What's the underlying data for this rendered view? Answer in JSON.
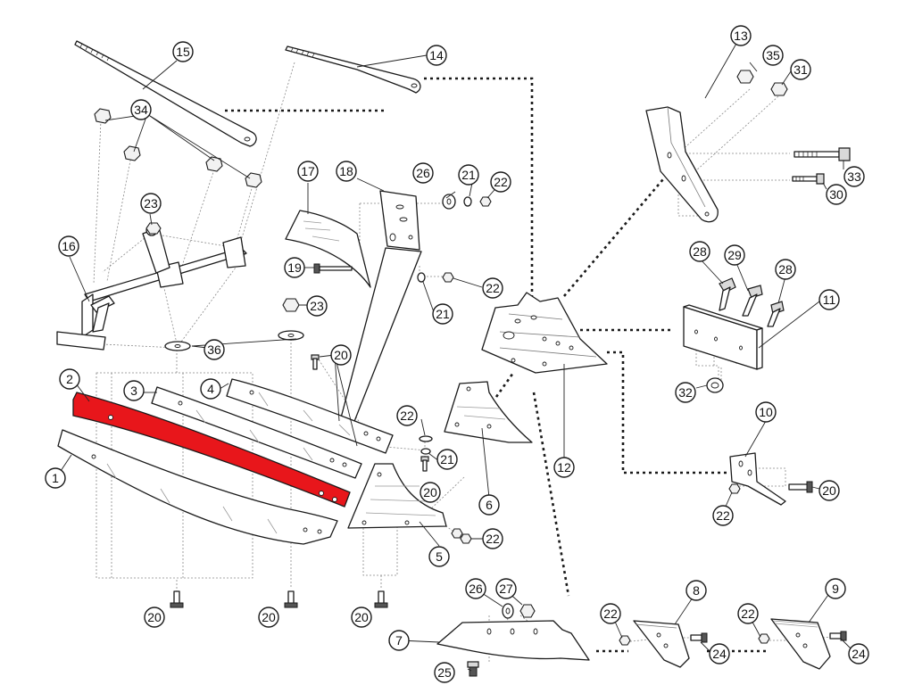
{
  "highlight_color": "#e8161b",
  "highlighted_part": "2",
  "callouts": {
    "c1": "1",
    "c2": "2",
    "c3": "3",
    "c4": "4",
    "c5": "5",
    "c6": "6",
    "c7": "7",
    "c8": "8",
    "c9": "9",
    "c10": "10",
    "c11": "11",
    "c12": "12",
    "c13": "13",
    "c14": "14",
    "c15": "15",
    "c16": "16",
    "c17": "17",
    "c18": "18",
    "c19": "19",
    "c20a": "20",
    "c20b": "20",
    "c20c": "20",
    "c20d": "20",
    "c20e": "20",
    "c20f": "20",
    "c21a": "21",
    "c21b": "21",
    "c21c": "21",
    "c22a": "22",
    "c22b": "22",
    "c22c": "22",
    "c22d": "22",
    "c22e": "22",
    "c22f": "22",
    "c22g": "22",
    "c23a": "23",
    "c23b": "23",
    "c24a": "24",
    "c24b": "24",
    "c25": "25",
    "c26a": "26",
    "c26b": "26",
    "c27": "27",
    "c28a": "28",
    "c28b": "28",
    "c29": "29",
    "c30": "30",
    "c31": "31",
    "c32": "32",
    "c33": "33",
    "c34": "34",
    "c35": "35",
    "c36": "36"
  }
}
